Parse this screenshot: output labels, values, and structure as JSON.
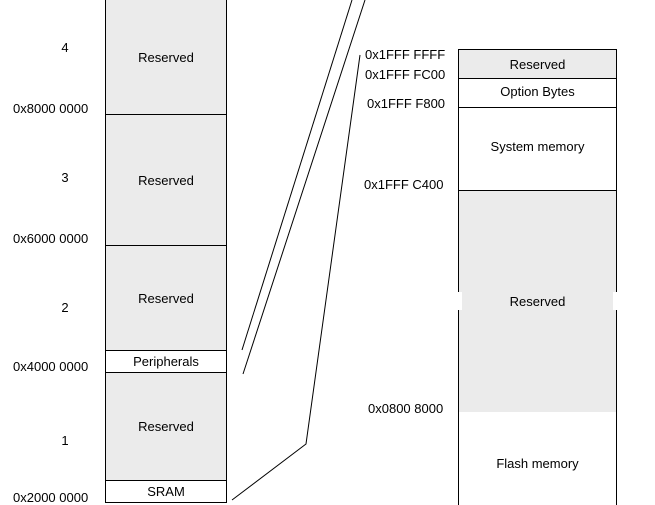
{
  "left_map": {
    "regions": [
      "4",
      "3",
      "2",
      "1"
    ],
    "addresses": [
      "0x8000 0000",
      "0x6000 0000",
      "0x4000 0000",
      "0x2000 0000"
    ],
    "blocks": [
      "Reserved",
      "Reserved",
      "Reserved",
      "Peripherals",
      "Reserved",
      "SRAM"
    ]
  },
  "right_map": {
    "addresses": [
      "0x1FFF FFFF",
      "0x1FFF FC00",
      "0x1FFF F800",
      "0x1FFF C400",
      "0x0800 8000"
    ],
    "blocks": [
      "Reserved",
      "Option Bytes",
      "System memory",
      "Reserved",
      "Flash memory"
    ]
  },
  "colors": {
    "reserved_fill": "#ebebeb",
    "line": "#000000"
  }
}
